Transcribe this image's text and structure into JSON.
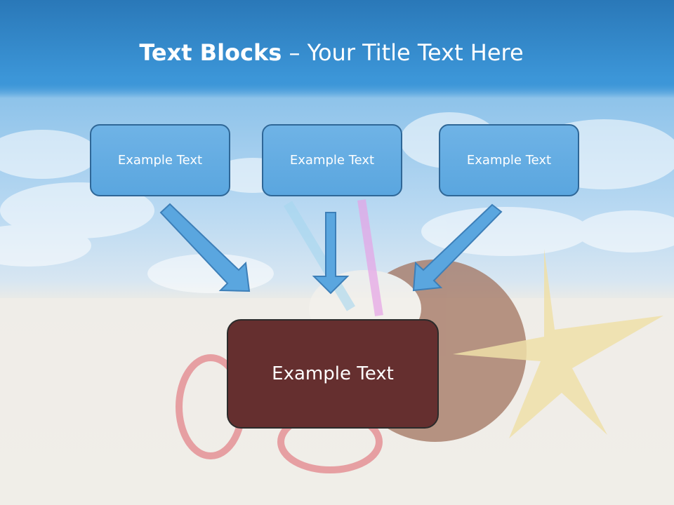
{
  "slide": {
    "title_bold": "Text Blocks",
    "title_rest": " – Your Title Text Here"
  },
  "blocks": {
    "left": "Example Text",
    "center": "Example Text",
    "right": "Example Text",
    "main": "Example Text"
  },
  "colors": {
    "box_fill": "#5aa6df",
    "box_border": "#2f6797",
    "main_fill": "#652f2f",
    "arrow_fill": "#5aa6df"
  }
}
